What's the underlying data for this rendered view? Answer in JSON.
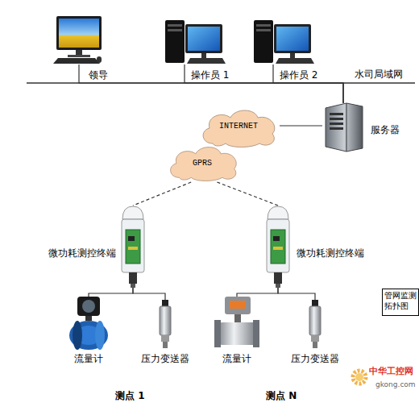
{
  "diagram": {
    "nodes": [
      {
        "text": [
          "领导"
        ]
      },
      {
        "text": [
          "操作员 1"
        ]
      },
      {
        "text": [
          "操作员 2"
        ]
      },
      {
        "text": [
          "服务器"
        ]
      },
      {
        "text": [
          "INTERNET"
        ]
      },
      {
        "text": [
          "GPRS"
        ]
      },
      {
        "text": [
          "微功耗测控终端"
        ]
      },
      {
        "text": [
          "微功耗测控终端"
        ]
      },
      {
        "text": [
          "流量计"
        ]
      },
      {
        "text": [
          "压力变送器"
        ]
      },
      {
        "text": [
          "流量计"
        ]
      },
      {
        "text": [
          "压力变送器"
        ]
      },
      {
        "text": [
          "管网监测拓扑图"
        ]
      }
    ],
    "edges": [
      {
        "from": 0,
        "to": 3,
        "arrow": "none"
      },
      {
        "from": 1,
        "to": 3,
        "arrow": "none"
      },
      {
        "from": 2,
        "to": 3,
        "arrow": "none"
      },
      {
        "from": 3,
        "to": 4,
        "arrow": "none"
      },
      {
        "from": 5,
        "to": 6,
        "arrow": "none"
      },
      {
        "from": 5,
        "to": 7,
        "arrow": "none"
      },
      {
        "from": 6,
        "to": 8,
        "arrow": "none"
      },
      {
        "from": 6,
        "to": 9,
        "arrow": "none"
      },
      {
        "from": 7,
        "to": 10,
        "arrow": "none"
      },
      {
        "from": 7,
        "to": 11,
        "arrow": "none"
      }
    ],
    "labels": [
      "水司局域网",
      "测点 1",
      "测点 N",
      "中华工控网",
      "gkong.com"
    ]
  }
}
